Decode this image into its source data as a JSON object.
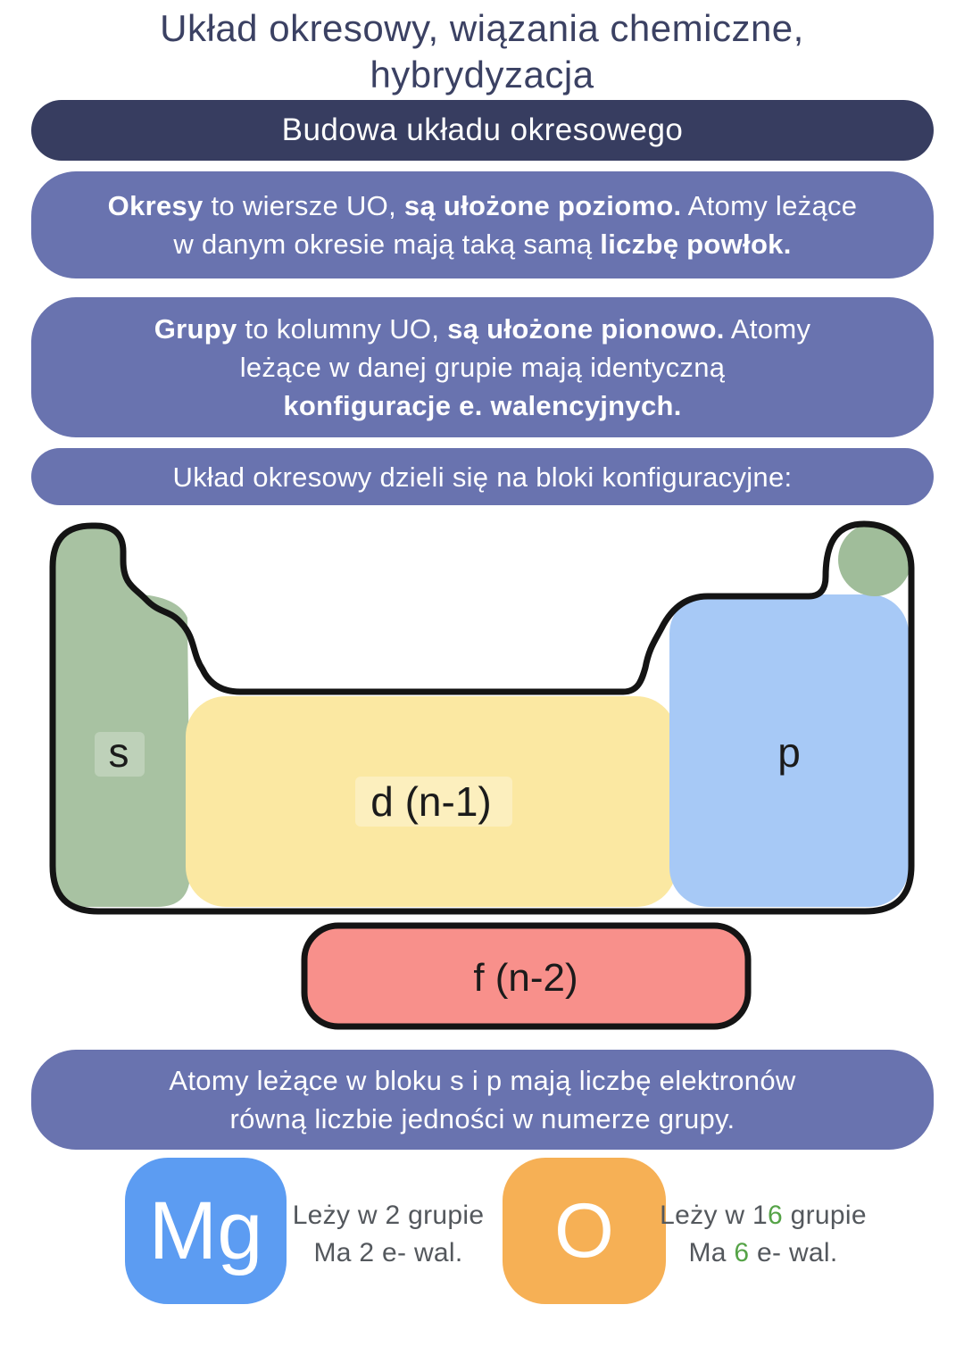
{
  "page_title": {
    "line1": "Układ okresowy, wiązania chemiczne,",
    "line2": "hybrydyzacja"
  },
  "banner": {
    "text": "Budowa układu okresowego"
  },
  "info_boxes": {
    "okresy": {
      "lines": [
        {
          "segments": [
            {
              "text": "Okresy",
              "bold": true
            },
            {
              "text": " to wiersze UO, ",
              "bold": false
            },
            {
              "text": "są ułożone poziomo.",
              "bold": true
            },
            {
              "text": " Atomy leżące",
              "bold": false
            }
          ]
        },
        {
          "segments": [
            {
              "text": "w danym okresie mają taką samą ",
              "bold": false
            },
            {
              "text": "liczbę powłok.",
              "bold": true
            }
          ]
        }
      ]
    },
    "grupy": {
      "lines": [
        {
          "segments": [
            {
              "text": "Grupy",
              "bold": true
            },
            {
              "text": " to kolumny UO, ",
              "bold": false
            },
            {
              "text": "są ułożone pionowo.",
              "bold": true
            },
            {
              "text": " Atomy",
              "bold": false
            }
          ]
        },
        {
          "segments": [
            {
              "text": "leżące w danej grupie mają identyczną",
              "bold": false
            }
          ]
        },
        {
          "segments": [
            {
              "text": "konfiguracje e. walencyjnych.",
              "bold": true
            }
          ]
        }
      ]
    },
    "bloki_intro": {
      "text": "Układ okresowy dzieli się na bloki konfiguracyjne:"
    },
    "electrons": {
      "lines": [
        {
          "segments": [
            {
              "text": "Atomy leżące w bloku s i p mają liczbę elektronów",
              "bold": false
            }
          ]
        },
        {
          "segments": [
            {
              "text": "równą liczbie jedności w numerze grupy.",
              "bold": false
            }
          ]
        }
      ]
    }
  },
  "diagram": {
    "labels": {
      "s_block": "s",
      "d_block": "d (n-1)",
      "p_block": "p",
      "f_block": "f (n-2)"
    },
    "colors": {
      "s_green": "#A8C2A2",
      "helium_green": "#A0BD9A",
      "d_yellow": "#FBE8A2",
      "p_blue": "#A7C9F6",
      "f_salmon": "#F8908B",
      "outline_black": "#141414"
    }
  },
  "examples": {
    "mg": {
      "symbol": "Mg",
      "tile_color": "#5C9CF2",
      "line1": "Leży w 2 grupie",
      "line2": "Ma 2 e- wal."
    },
    "o": {
      "symbol": "O",
      "tile_color": "#F6B055",
      "line1_parts": {
        "a": "Leży w 1",
        "b": "6",
        "c": " grupie"
      },
      "line2_parts": {
        "a": "Ma ",
        "b": "6",
        "c": " e- wal."
      },
      "highlight_color": "#55A347"
    }
  },
  "theme": {
    "banner_navy": "#373D60",
    "box_purple": "#6973AF",
    "title_navy": "#3B4163",
    "caption_gray": "#54585D",
    "background": "#FFFFFF"
  }
}
